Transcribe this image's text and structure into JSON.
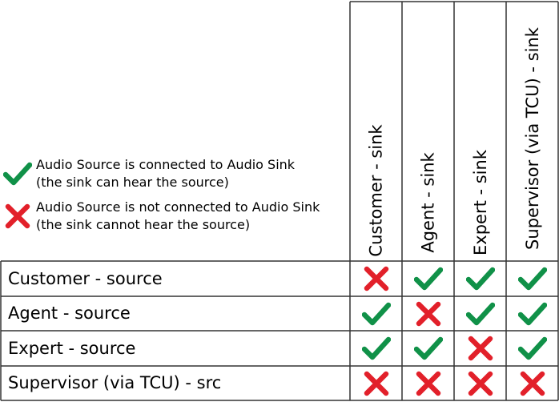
{
  "legend": {
    "connected_line1": "Audio Source is connected to Audio Sink",
    "connected_line2": "(the sink can hear the source)",
    "not_connected_line1": "Audio Source is not connected to Audio Sink",
    "not_connected_line2": "(the sink cannot hear the source)",
    "connected_icon": "check-icon",
    "not_connected_icon": "cross-icon"
  },
  "columns": [
    "Customer - sink",
    "Agent - sink",
    "Expert - sink",
    "Supervisor (via TCU) - sink"
  ],
  "rows": [
    {
      "label": "Customer - source",
      "cells": [
        "cross",
        "check",
        "check",
        "check"
      ]
    },
    {
      "label": "Agent - source",
      "cells": [
        "check",
        "cross",
        "check",
        "check"
      ]
    },
    {
      "label": "Expert - source",
      "cells": [
        "check",
        "check",
        "cross",
        "check"
      ]
    },
    {
      "label": "Supervisor (via TCU) - src",
      "cells": [
        "cross",
        "cross",
        "cross",
        "cross"
      ]
    }
  ],
  "colors": {
    "check": "#109148",
    "cross": "#e2202a",
    "border": "#333333"
  }
}
